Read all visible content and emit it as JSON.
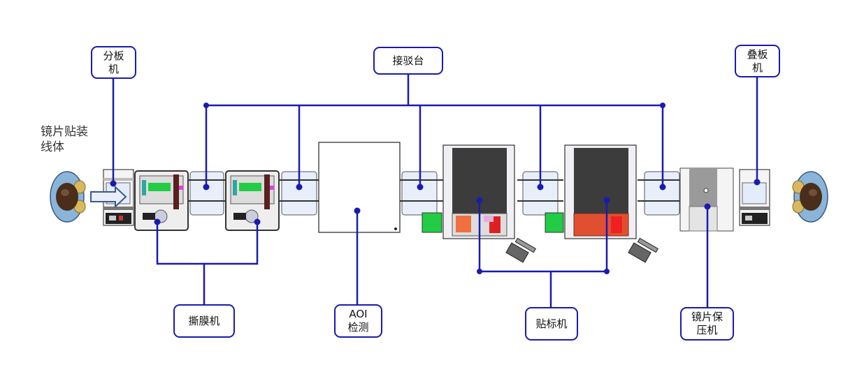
{
  "diagram": {
    "line_title": "镜片贴装\n线体",
    "colors": {
      "connector": "#1a1ab0",
      "machine_frame": "#555555",
      "transfer_fill": "#e8eefa",
      "hood_dark": "#3c3c3c",
      "module_orange": "#f07040",
      "module_red": "#e02020",
      "module_green": "#22cc44",
      "operator_blue": "#8ab4d8",
      "operator_head": "#4a2e1a"
    },
    "labels": {
      "splitter": "分板\n机",
      "docking": "接驳台",
      "stacker": "叠板\n机",
      "peeler": "撕膜机",
      "aoi": "AOI\n检测",
      "labeler": "贴标机",
      "press": "镜片保\n压机"
    },
    "flow_direction_icon": "arrow-right-icon",
    "operator_icon": "operator-icon"
  }
}
